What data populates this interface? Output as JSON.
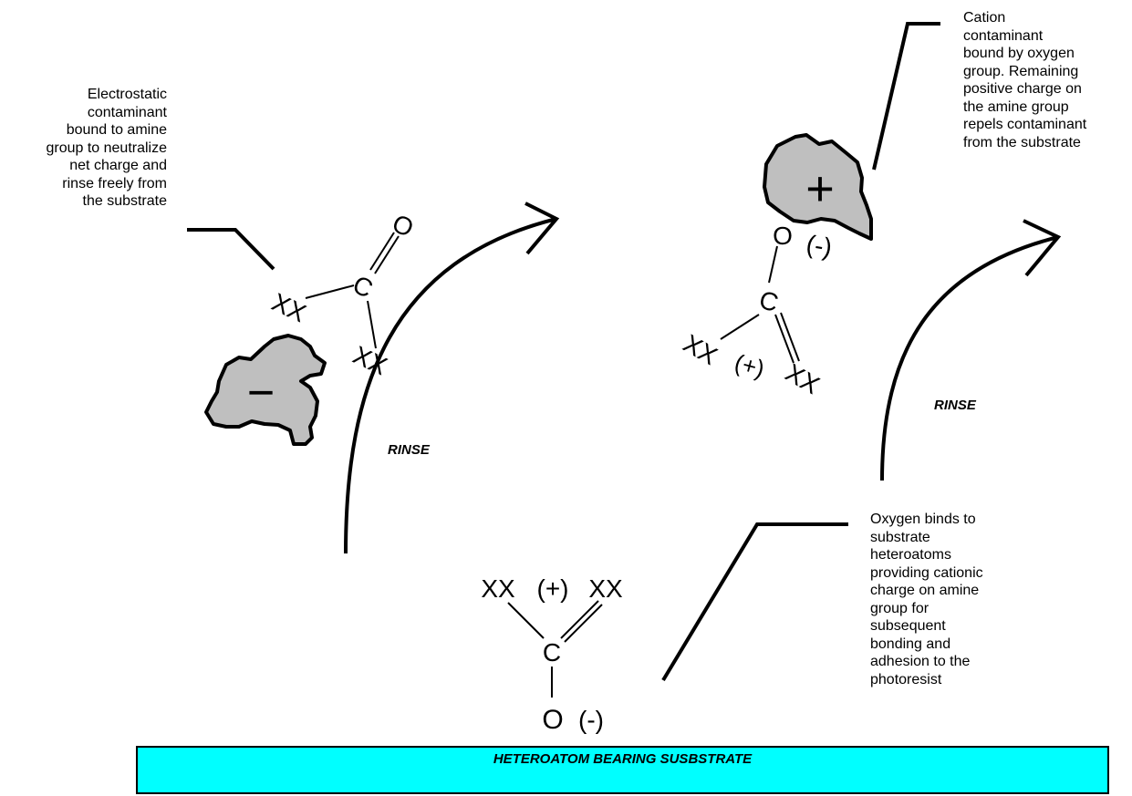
{
  "notes": {
    "left": "Electrostatic\ncontaminant\nbound to amine\ngroup to neutralize\nnet charge and\nrinse freely from\nthe substrate",
    "top_right": "Cation\ncontaminant\nbound by oxygen\ngroup.  Remaining\npositive charge on\nthe amine group\nrepels contaminant\nfrom the substrate",
    "bottom_right": "Oxygen binds to\nsubstrate\nheteroatoms\nproviding cationic\ncharge on amine\ngroup for\nsubsequent\nbonding and\nadhesion to the\nphotoresist"
  },
  "rinse": [
    "RINSE",
    "RINSE"
  ],
  "substrate": {
    "label": "HETEROATOM  BEARING SUSBSTRATE",
    "color": "#00ffff"
  },
  "molecules": {
    "bottom": {
      "left": "XX",
      "charge": "(+)",
      "right": "XX",
      "center": "C",
      "oxygen": "O",
      "oxygen_charge": "(-)"
    },
    "top_right": {
      "oxygen": "O",
      "oxygen_charge": "(-)",
      "center": "C",
      "left": "XX",
      "charge": "(+)",
      "right": "XX"
    },
    "left": {
      "oxygen": "O",
      "center": "C",
      "left": "XX",
      "right": "XX"
    }
  },
  "contaminants": {
    "anion_sign": "−",
    "cation_sign": "+",
    "fill": "#bfbfbf"
  }
}
